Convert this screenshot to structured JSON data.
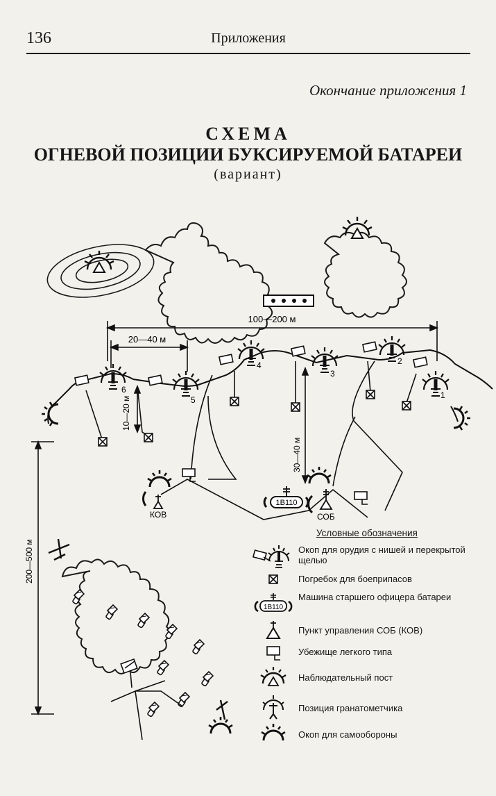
{
  "header": {
    "page_number": "136",
    "running_head": "Приложения"
  },
  "appendix_note": "Окончание приложения 1",
  "title": {
    "line1": "СХЕМА",
    "line2": "ОГНЕВОЙ ПОЗИЦИИ БУКСИРУЕМОЙ БАТАРЕИ",
    "line3": "(вариант)"
  },
  "diagram": {
    "dim_100_200": "100—200 м",
    "dim_20_40": "20—40 м",
    "dim_10_20": "10—20 м",
    "dim_30_40": "30—40 м",
    "dim_200_500": "200—500 м",
    "gun_numbers": [
      "6",
      "5",
      "4",
      "3",
      "2",
      "1"
    ],
    "kov_label": "КОВ",
    "sob_label": "СОБ",
    "vehicle_label": "1В110"
  },
  "legend": {
    "title": "Условные обозначения",
    "items": [
      {
        "icon": "gun-trench-icon",
        "text": "Окоп для орудия с нишей и перекрытой щелью"
      },
      {
        "icon": "ammo-cellar-icon",
        "text": "Погребок для боеприпасов"
      },
      {
        "icon": "command-vehicle-icon",
        "text": "Машина старшего офицера батареи",
        "symbol_label": "1В110"
      },
      {
        "icon": "control-point-icon",
        "text": "Пункт управления СОБ (КОВ)"
      },
      {
        "icon": "light-shelter-icon",
        "text": "Убежище легкого типа"
      },
      {
        "icon": "observation-post-icon",
        "text": "Наблюдательный пост"
      },
      {
        "icon": "grenade-launcher-icon",
        "text": "Позиция гранатометчика"
      },
      {
        "icon": "self-defense-trench-icon",
        "text": "Окоп для самообороны"
      }
    ]
  }
}
